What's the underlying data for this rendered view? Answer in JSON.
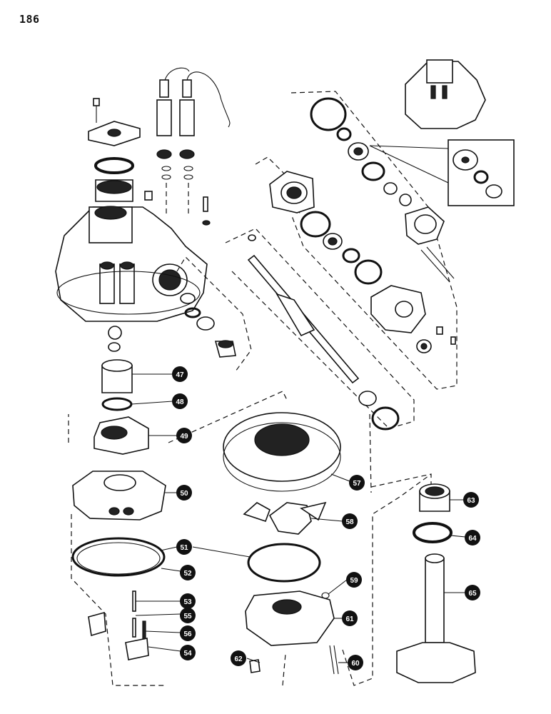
{
  "page_number": "186",
  "callouts": [
    {
      "id": "c47",
      "label": "47"
    },
    {
      "id": "c48",
      "label": "48"
    },
    {
      "id": "c49",
      "label": "49"
    },
    {
      "id": "c50",
      "label": "50"
    },
    {
      "id": "c51",
      "label": "51"
    },
    {
      "id": "c52",
      "label": "52"
    },
    {
      "id": "c53",
      "label": "53"
    },
    {
      "id": "c55",
      "label": "55"
    },
    {
      "id": "c56",
      "label": "56"
    },
    {
      "id": "c54",
      "label": "54"
    },
    {
      "id": "c57",
      "label": "57"
    },
    {
      "id": "c58",
      "label": "58"
    },
    {
      "id": "c59",
      "label": "59"
    },
    {
      "id": "c61",
      "label": "61"
    },
    {
      "id": "c62",
      "label": "62"
    },
    {
      "id": "c60",
      "label": "60"
    },
    {
      "id": "c63",
      "label": "63"
    },
    {
      "id": "c64",
      "label": "64"
    },
    {
      "id": "c65",
      "label": "65"
    }
  ]
}
